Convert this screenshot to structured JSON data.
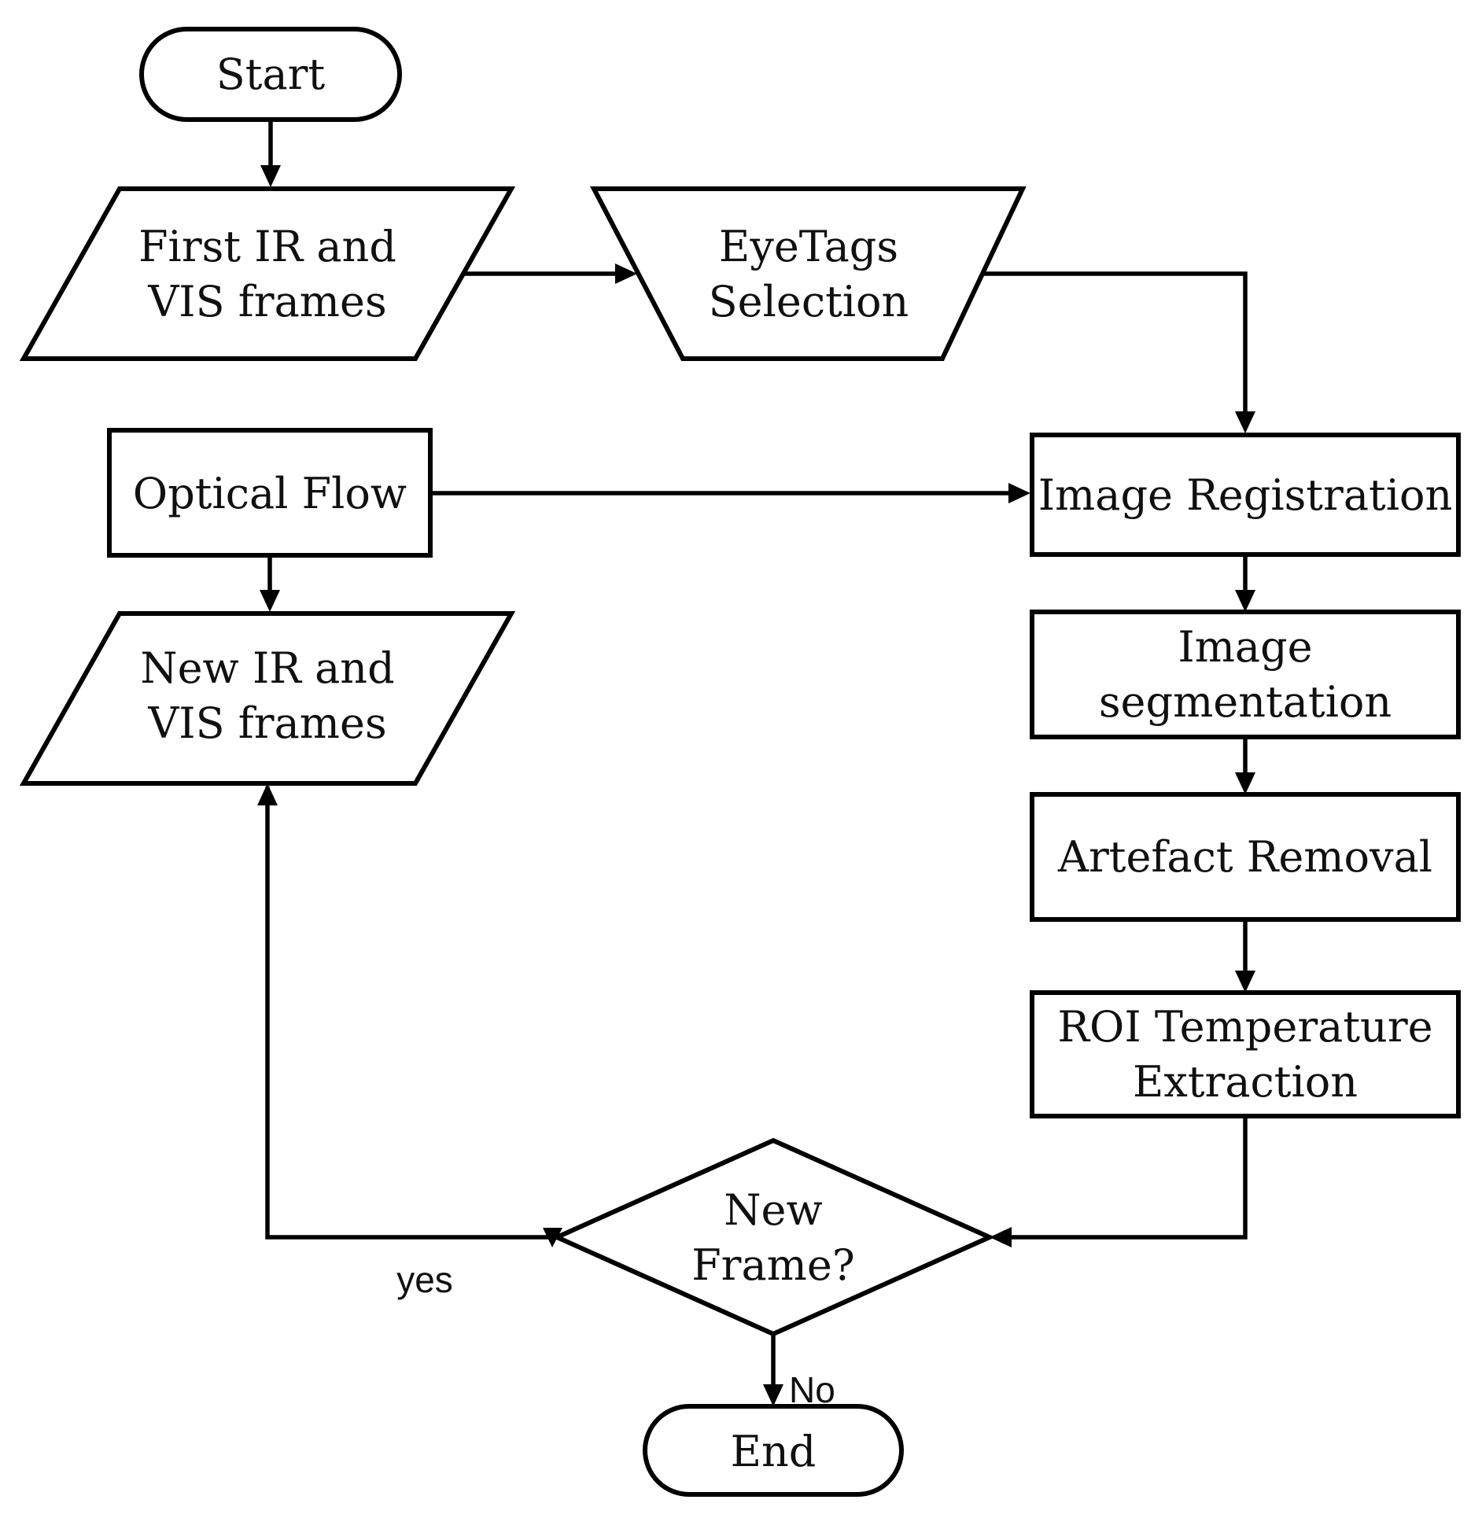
{
  "diagram": {
    "kind": "flowchart",
    "background_color": "#ffffff",
    "stroke_color": "#000000",
    "nodes": {
      "start": {
        "shape": "terminator",
        "label": "Start"
      },
      "first_frames": {
        "shape": "parallelogram-data",
        "label": "First IR and VIS frames",
        "line1": "First IR and",
        "line2": "VIS frames"
      },
      "eyetags": {
        "shape": "trapezoid-manual-operation",
        "label": "EyeTags Selection",
        "line1": "EyeTags",
        "line2": "Selection"
      },
      "optical_flow": {
        "shape": "process",
        "label": "Optical Flow"
      },
      "image_registration": {
        "shape": "process",
        "label": "Image Registration"
      },
      "image_segmentation": {
        "shape": "process",
        "label": "Image segmentation",
        "line1": "Image",
        "line2": "segmentation"
      },
      "artefact_removal": {
        "shape": "process",
        "label": "Artefact Removal"
      },
      "roi_temperature_extraction": {
        "shape": "process",
        "label": "ROI Temperature Extraction",
        "line1": "ROI Temperature",
        "line2": "Extraction"
      },
      "new_frame_decision": {
        "shape": "decision-diamond",
        "label": "New Frame?",
        "line1": "New",
        "line2": "Frame?"
      },
      "new_frames": {
        "shape": "parallelogram-data",
        "label": "New IR and VIS frames",
        "line1": "New IR and",
        "line2": "VIS frames"
      },
      "end": {
        "shape": "terminator",
        "label": "End"
      }
    },
    "edges": [
      {
        "from": "start",
        "to": "first_frames",
        "label": ""
      },
      {
        "from": "first_frames",
        "to": "eyetags",
        "label": ""
      },
      {
        "from": "eyetags",
        "to": "image_registration",
        "label": ""
      },
      {
        "from": "optical_flow",
        "to": "image_registration",
        "label": ""
      },
      {
        "from": "optical_flow",
        "to": "new_frames",
        "label": ""
      },
      {
        "from": "image_registration",
        "to": "image_segmentation",
        "label": ""
      },
      {
        "from": "image_segmentation",
        "to": "artefact_removal",
        "label": ""
      },
      {
        "from": "artefact_removal",
        "to": "roi_temperature_extraction",
        "label": ""
      },
      {
        "from": "roi_temperature_extraction",
        "to": "new_frame_decision",
        "label": ""
      },
      {
        "from": "new_frame_decision",
        "to": "new_frames",
        "label": "yes"
      },
      {
        "from": "new_frame_decision",
        "to": "end",
        "label": "No"
      }
    ]
  }
}
